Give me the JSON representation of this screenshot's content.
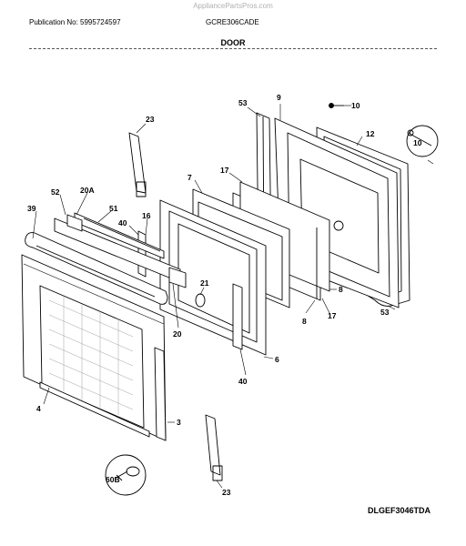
{
  "header": {
    "watermark": "AppliancePartsPros.com",
    "publication": "Publication No: 5995724597",
    "model": "GCRE306CADE",
    "section": "DOOR"
  },
  "footer": {
    "diagram_code": "DLGEF3046TDA"
  },
  "parts": {
    "p53a": "53",
    "p9": "9",
    "p10": "10",
    "p12": "12",
    "p10b": "10",
    "p23a": "23",
    "p7": "7",
    "p17a": "17",
    "p52": "52",
    "p20A": "20A",
    "p39": "39",
    "p51": "51",
    "p40a": "40",
    "p16": "16",
    "p21": "21",
    "p20": "20",
    "p8a": "8",
    "p8b": "8",
    "p17b": "17",
    "p53b": "53",
    "p6": "6",
    "p40b": "40",
    "p4": "4",
    "p3": "3",
    "p60B": "60B",
    "p23b": "23"
  }
}
